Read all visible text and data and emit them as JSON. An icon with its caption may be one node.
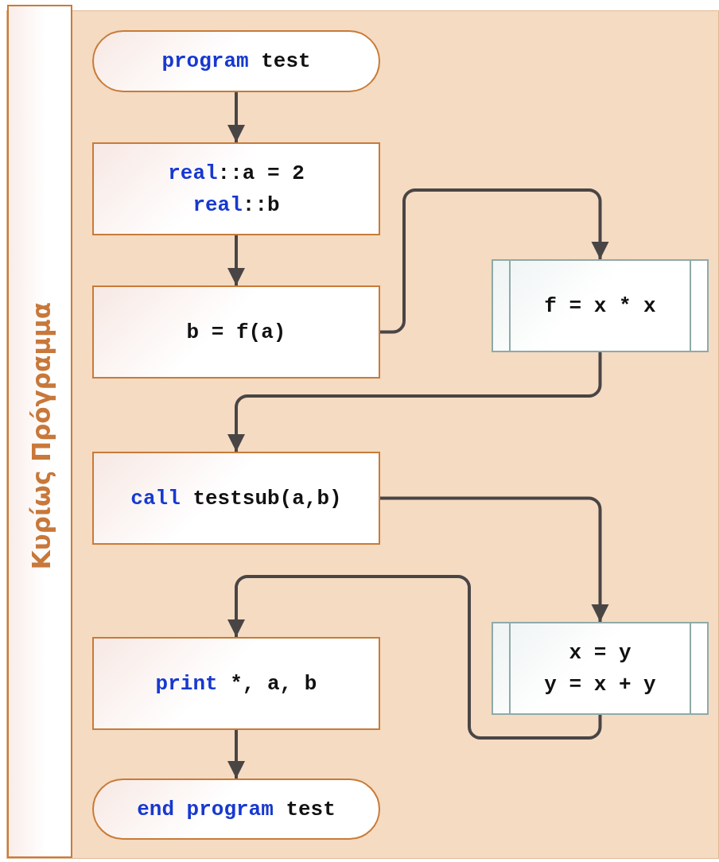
{
  "diagram": {
    "nodes": [
      {
        "text": [
          "Κυρίως Πρόγραμμα"
        ]
      },
      {
        "text": [
          "*program* test"
        ],
        "in": 0
      },
      {
        "text": [
          "*real*::a = 2",
          "*real*::b"
        ],
        "in": 0
      },
      {
        "text": [
          "b = f(a)"
        ],
        "in": 0
      },
      {
        "text": [
          "f = x * x"
        ],
        "in": 0
      },
      {
        "text": [
          "*call* testsub(a,b)"
        ],
        "in": 0
      },
      {
        "text": [
          "x = y",
          "y = x + y"
        ],
        "in": 0
      },
      {
        "text": [
          "*print* *, a, b"
        ],
        "in": 0
      },
      {
        "text": [
          "*end* *program* test"
        ],
        "in": 0
      }
    ],
    "edges": [
      {
        "from": 1,
        "to": 2,
        "arrow": "to"
      },
      {
        "from": 2,
        "to": 3,
        "arrow": "to"
      },
      {
        "from": 3,
        "to": 4,
        "arrow": "to"
      },
      {
        "from": 4,
        "to": 5,
        "arrow": "to"
      },
      {
        "from": 5,
        "to": 6,
        "arrow": "to"
      },
      {
        "from": 6,
        "to": 7,
        "arrow": "to"
      },
      {
        "from": 7,
        "to": 8,
        "arrow": "to"
      }
    ]
  }
}
